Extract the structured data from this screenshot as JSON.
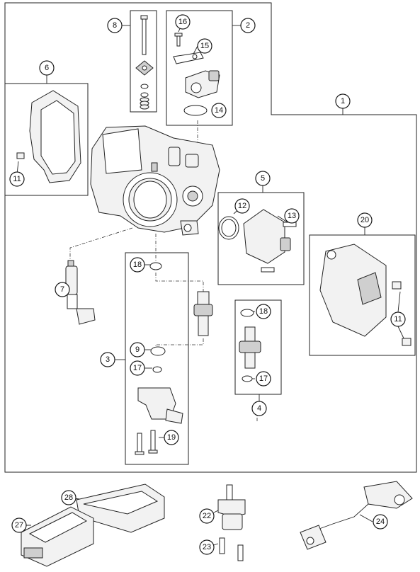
{
  "callouts": {
    "c1": "1",
    "c2": "2",
    "c3": "3",
    "c4": "4",
    "c5": "5",
    "c6": "6",
    "c7": "7",
    "c8": "8",
    "c9": "9",
    "c11a": "11",
    "c11b": "11",
    "c12": "12",
    "c13": "13",
    "c14": "14",
    "c15": "15",
    "c16": "16",
    "c17a": "17",
    "c17b": "17",
    "c18a": "18",
    "c18b": "18",
    "c19": "19",
    "c20": "20",
    "c22": "22",
    "c23": "23",
    "c24": "24",
    "c27": "27",
    "c28": "28"
  },
  "icons": {
    "throttle_body": "throttle-body-icon",
    "injector": "fuel-injector-icon",
    "sensor": "throttle-position-sensor-icon",
    "ecu": "control-unit-icon",
    "harness": "wiring-harness-icon",
    "bolt": "bolt-icon",
    "oring": "o-ring-icon"
  },
  "colors": {
    "line": "#222222",
    "fill_light": "#f2f2f2",
    "fill_dark": "#cfcfcf"
  }
}
